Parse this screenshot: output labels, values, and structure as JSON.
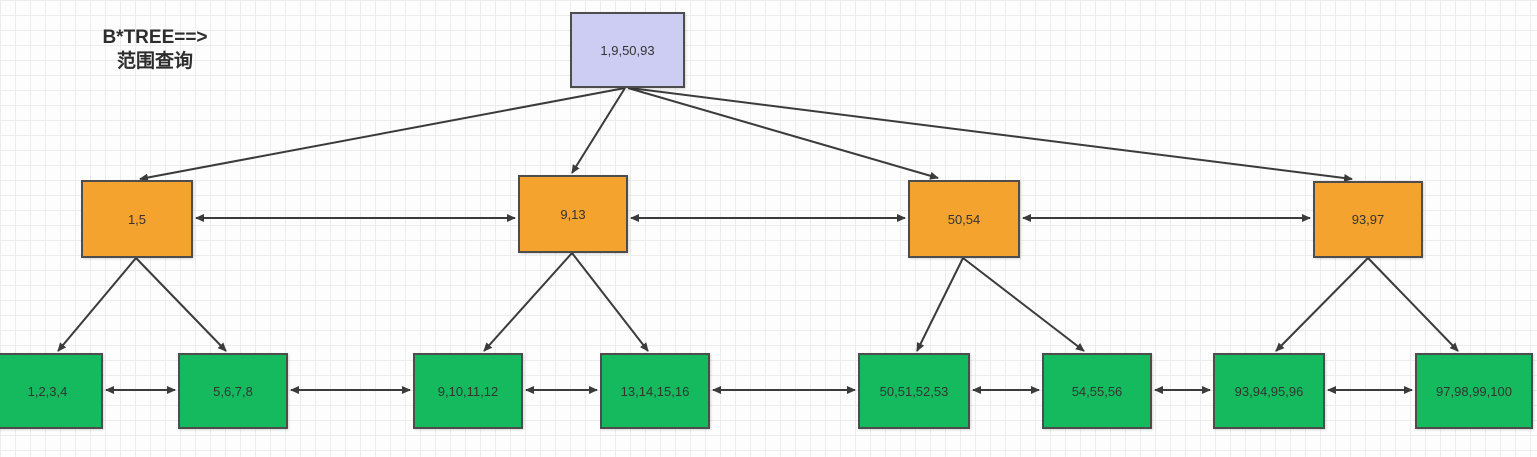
{
  "title": {
    "line1": "B*TREE==>",
    "line2": "范围查询"
  },
  "colors": {
    "root_fill": "#cdcdf4",
    "internal_fill": "#f5a32f",
    "leaf_fill": "#16ba5e",
    "node_border": "#4d4d4d",
    "arrow": "#3b3b3b",
    "grid_line": "#ececec",
    "text": "#333333"
  },
  "diagram": {
    "type": "b-star-tree",
    "root": {
      "label": "1,9,50,93"
    },
    "internal_nodes": [
      {
        "label": "1,5"
      },
      {
        "label": "9,13"
      },
      {
        "label": "50,54"
      },
      {
        "label": "93,97"
      }
    ],
    "leaf_nodes": [
      {
        "label": "1,2,3,4"
      },
      {
        "label": "5,6,7,8"
      },
      {
        "label": "9,10,11,12"
      },
      {
        "label": "13,14,15,16"
      },
      {
        "label": "50,51,52,53"
      },
      {
        "label": "54,55,56"
      },
      {
        "label": "93,94,95,96"
      },
      {
        "label": "97,98,99,100"
      }
    ],
    "edges": {
      "parent_child": [
        [
          "1,9,50,93",
          "1,5"
        ],
        [
          "1,9,50,93",
          "9,13"
        ],
        [
          "1,9,50,93",
          "50,54"
        ],
        [
          "1,9,50,93",
          "93,97"
        ],
        [
          "1,5",
          "1,2,3,4"
        ],
        [
          "1,5",
          "5,6,7,8"
        ],
        [
          "9,13",
          "9,10,11,12"
        ],
        [
          "9,13",
          "13,14,15,16"
        ],
        [
          "50,54",
          "50,51,52,53"
        ],
        [
          "50,54",
          "54,55,56"
        ],
        [
          "93,97",
          "93,94,95,96"
        ],
        [
          "93,97",
          "97,98,99,100"
        ]
      ],
      "bidirectional_sibling_links": [
        [
          "1,5",
          "9,13"
        ],
        [
          "9,13",
          "50,54"
        ],
        [
          "50,54",
          "93,97"
        ],
        [
          "1,2,3,4",
          "5,6,7,8"
        ],
        [
          "5,6,7,8",
          "9,10,11,12"
        ],
        [
          "9,10,11,12",
          "13,14,15,16"
        ],
        [
          "13,14,15,16",
          "50,51,52,53"
        ],
        [
          "50,51,52,53",
          "54,55,56"
        ],
        [
          "54,55,56",
          "93,94,95,96"
        ],
        [
          "93,94,95,96",
          "97,98,99,100"
        ]
      ]
    }
  }
}
